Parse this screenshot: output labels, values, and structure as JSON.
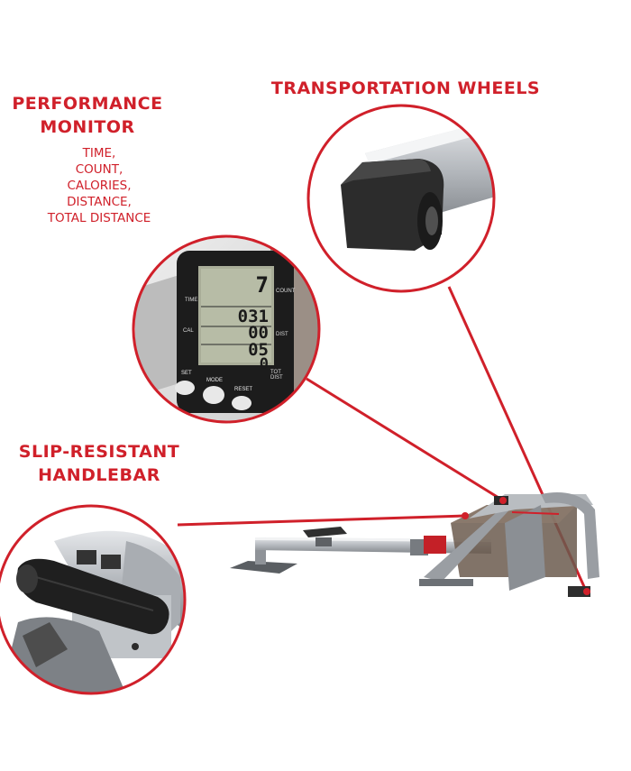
{
  "labels": {
    "performance_monitor": "PERFORMANCE\nMONITOR",
    "monitor_features": [
      "TIME,",
      "COUNT,",
      "CALORIES,",
      "DISTANCE,",
      "TOTAL DISTANCE"
    ],
    "transportation_wheels": "TRANSPORTATION WHEELS",
    "slip_resistant_handlebar": "SLIP-RESISTANT\nHANDLEBAR"
  },
  "monitor_display": {
    "count": "7",
    "time": "031",
    "distance": "00",
    "calories": "05",
    "total_distance": "0",
    "side_labels": [
      "TIME",
      "CAL",
      "COUNT",
      "DIST",
      "TOT DIST"
    ],
    "buttons": [
      "SET",
      "MODE",
      "RESET"
    ]
  },
  "colors": {
    "accent": "#d0202a",
    "frame": "#9a9ea3",
    "tank": "#6b5b4e"
  }
}
